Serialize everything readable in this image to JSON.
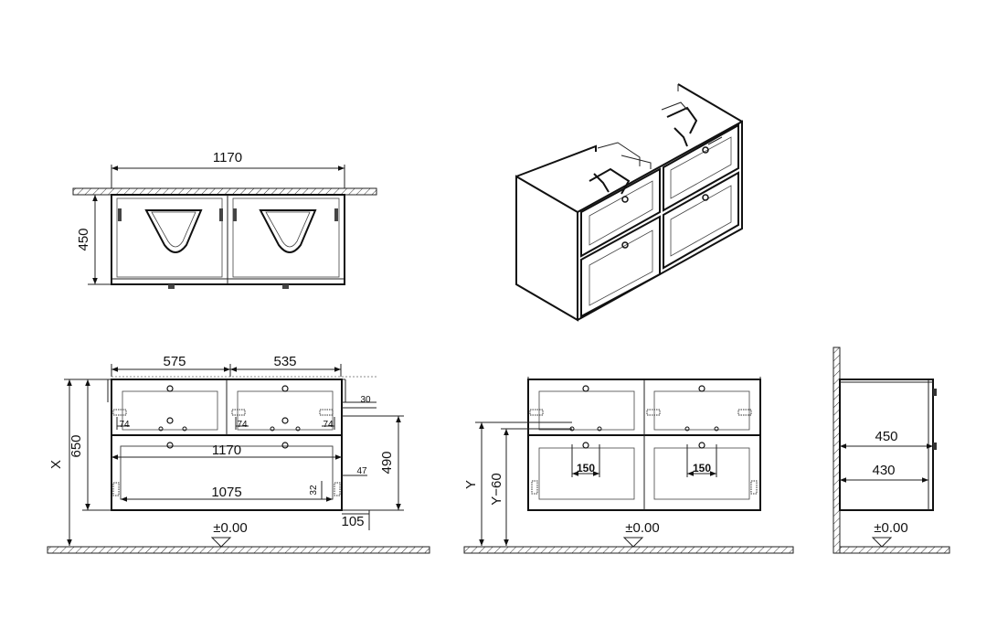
{
  "top_view": {
    "width": "1170",
    "height": "450"
  },
  "front_view": {
    "left_width": "575",
    "right_width": "535",
    "edge_offset": "30",
    "drawer_handle_left": "74",
    "drawer_handle_mid": "74",
    "drawer_handle_right": "74",
    "total_width": "1170",
    "inner_width": "1075",
    "small_47": "47",
    "small_32": "32",
    "height_490": "490",
    "height_650": "650",
    "x_label": "X",
    "bottom_105": "105",
    "floor_level": "±0.00"
  },
  "rear_view": {
    "handle_spacing_left": "150",
    "handle_spacing_right": "150",
    "y_label": "Y",
    "y_minus": "Y−60",
    "floor_level": "±0.00"
  },
  "side_view": {
    "depth_outer": "450",
    "depth_inner": "430",
    "floor_level": "±0.00"
  }
}
